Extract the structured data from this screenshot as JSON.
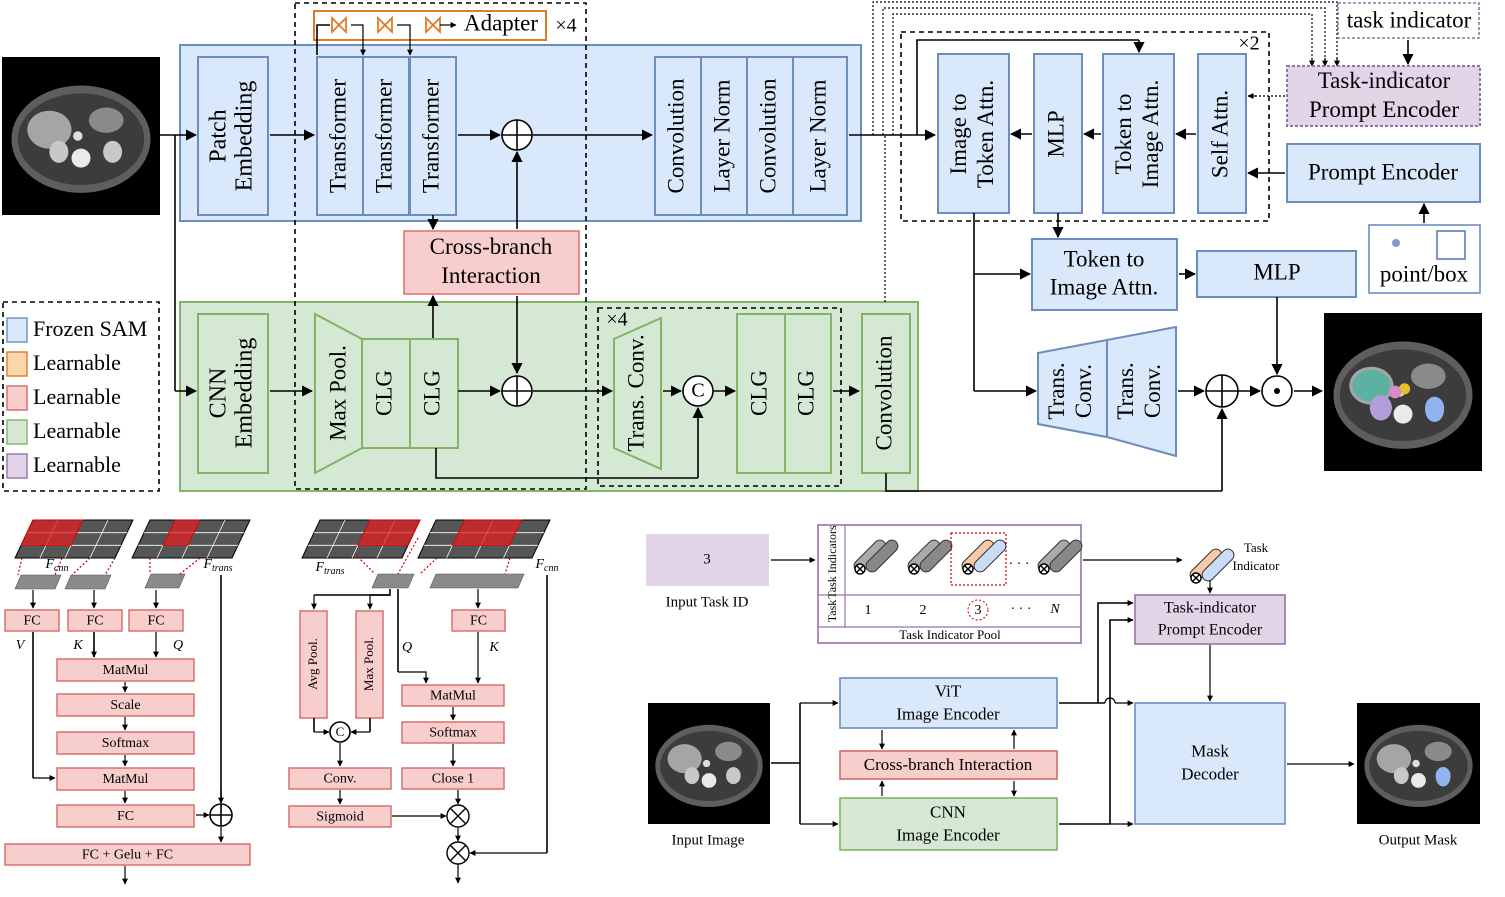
{
  "colors": {
    "frozen_fill": "#dae8fc",
    "frozen_stroke": "#6c8ebf",
    "adapter_stroke": "#e07b28",
    "pink_fill": "#f8cecc",
    "pink_stroke": "#d46a6a",
    "green_fill": "#d5e8d4",
    "green_stroke": "#82b366",
    "purple_fill": "#e1d5e7",
    "purple_stroke": "#9673a6"
  },
  "legend": [
    "Frozen SAM",
    "Learnable",
    "Learnable",
    "Learnable",
    "Learnable"
  ],
  "top": {
    "adapter": "Adapter",
    "adapter_repeat": "×4",
    "patch_embedding": [
      "Patch",
      "Embedding"
    ],
    "transformer": "Transformer",
    "convolution": "Convolution",
    "layer_norm": "Layer Norm",
    "cross_branch": [
      "Cross-branch",
      "Interaction"
    ],
    "cnn_embedding": [
      "CNN",
      "Embedding"
    ],
    "max_pool": "Max Pool.",
    "clg": "CLG",
    "repeat_x4": "×4",
    "trans_conv": "Trans. Conv.",
    "concat": "C",
    "task_indicator": "task indicator",
    "task_prompt_encoder": [
      "Task-indicator",
      "Prompt Encoder"
    ],
    "prompt_encoder": "Prompt Encoder",
    "point_box": "point/box",
    "repeat_x2": "×2",
    "image_to_token": [
      "Image to",
      "Token Attn."
    ],
    "mlp": "MLP",
    "token_to_image": [
      "Token to",
      "Image Attn."
    ],
    "self_attn": "Self Attn.",
    "token_to_image_2": [
      "Token to",
      "Image Attn."
    ],
    "mlp2": "MLP",
    "trans_conv_out": [
      "Trans.",
      "Conv."
    ]
  },
  "bottom_left": {
    "f_cnn": "F",
    "f_cnn_sub": "cnn",
    "f_trans": "F",
    "f_trans_sub": "trans",
    "fc": "FC",
    "v": "V",
    "k": "K",
    "q": "Q",
    "matmul": "MatMul",
    "scale": "Scale",
    "softmax": "Softmax",
    "fc_gelu": "FC + Gelu + FC"
  },
  "bottom_mid": {
    "f_trans": "F",
    "f_trans_sub": "trans",
    "f_cnn": "F",
    "f_cnn_sub": "cnn",
    "avg_pool": "Avg Pool.",
    "max_pool": "Max Pool.",
    "concat": "C",
    "conv": "Conv.",
    "sigmoid": "Sigmoid",
    "fc": "FC",
    "q": "Q",
    "k": "K",
    "matmul": "MatMul",
    "softmax": "Softmax",
    "close": "Close 1"
  },
  "bottom_right": {
    "task_id_value": "3",
    "input_task_id": "Input Task ID",
    "task_indicators": "Task Indicators",
    "task": "Task",
    "pool_numbers": [
      "1",
      "2",
      "3",
      "· · ·",
      "N"
    ],
    "pool_title": "Task Indicator Pool",
    "task_indicator_label": [
      "Task",
      "Indicator"
    ],
    "task_prompt_encoder": [
      "Task-indicator",
      "Prompt Encoder"
    ],
    "vit": [
      "ViT",
      "Image Encoder"
    ],
    "cross_branch": "Cross-branch Interaction",
    "cnn": [
      "CNN",
      "Image Encoder"
    ],
    "mask_decoder": [
      "Mask",
      "Decoder"
    ],
    "input_image": "Input Image",
    "output_mask": "Output Mask"
  }
}
